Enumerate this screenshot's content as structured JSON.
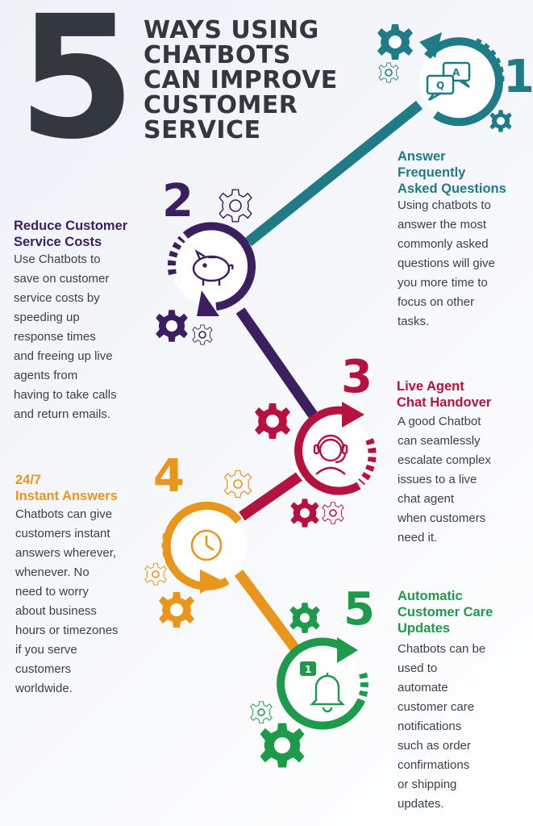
{
  "header": {
    "big_number": "5",
    "title_lines": [
      "WAYS USING",
      "CHATBOTS",
      "CAN IMPROVE",
      "CUSTOMER",
      "SERVICE"
    ]
  },
  "colors": {
    "step1": "#1f7b86",
    "step2": "#3c1f5e",
    "step3": "#b5123f",
    "step4": "#e8961c",
    "step5": "#1e9a4b",
    "dark": "#333740"
  },
  "steps": [
    {
      "number": "1",
      "title_lines": [
        "Answer",
        "Frequently",
        "Asked Questions"
      ],
      "body_lines": [
        "Using chatbots to",
        "answer the most",
        "commonly asked",
        "questions will give",
        "you more time to",
        "focus on other",
        "tasks."
      ],
      "icon": "qa-chat-icon",
      "chat_q": "Q",
      "chat_a": "A"
    },
    {
      "number": "2",
      "title_lines": [
        "Reduce Customer",
        "Service Costs"
      ],
      "body_lines": [
        "Use Chatbots to",
        "save on customer",
        "service costs by",
        "speeding up",
        "response times",
        "and freeing up live",
        "agents from",
        "having to take calls",
        "and return emails."
      ],
      "icon": "piggy-bank-icon"
    },
    {
      "number": "3",
      "title_lines": [
        "Live Agent",
        "Chat Handover"
      ],
      "body_lines": [
        "A good Chatbot",
        "can seamlessly",
        "escalate complex",
        "issues to a live",
        "chat agent",
        "when customers",
        "need it."
      ],
      "icon": "headset-agent-icon"
    },
    {
      "number": "4",
      "title_lines": [
        "24/7",
        "Instant Answers"
      ],
      "body_lines": [
        "Chatbots can give",
        "customers instant",
        "answers wherever,",
        "whenever.  No",
        "need to worry",
        "about business",
        "hours or timezones",
        "if you serve",
        "customers",
        "worldwide."
      ],
      "icon": "clock-icon"
    },
    {
      "number": "5",
      "title_lines": [
        "Automatic",
        "Customer Care",
        "Updates"
      ],
      "body_lines": [
        "Chatbots can be",
        "used to",
        "automate",
        "customer care",
        "notifications",
        "such as order",
        "confirmations",
        "or shipping",
        "updates."
      ],
      "icon": "notification-bell-icon",
      "badge": "1"
    }
  ]
}
